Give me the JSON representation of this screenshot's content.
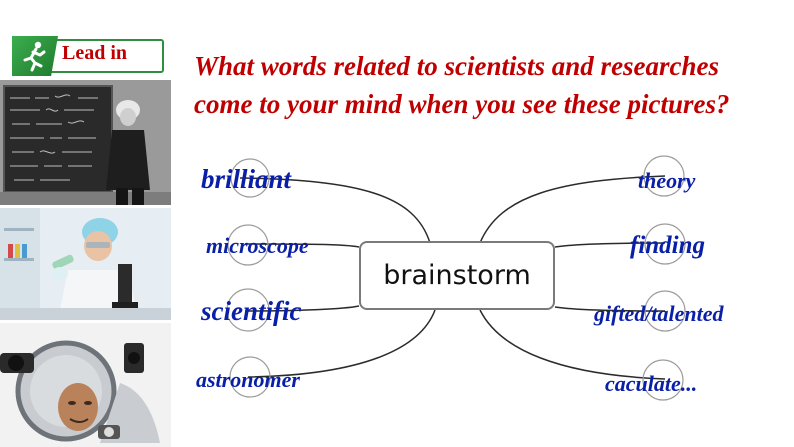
{
  "lead_in": {
    "label": "Lead in"
  },
  "question": {
    "line1": "What words related to scientists and researches",
    "line2": "come to your mind when you see these pictures?"
  },
  "mindmap": {
    "center": "brainstorm",
    "left_words": [
      "brilliant",
      "microscope",
      "scientific",
      "astronomer"
    ],
    "right_words": [
      "theory",
      "finding",
      "gifted/talented",
      "caculate..."
    ]
  },
  "colors": {
    "question": "#c00000",
    "words": "#0a1fa8",
    "lines": "#2b2b2b",
    "lead_green": "#2f8f3f"
  },
  "icons": {
    "lead_icon": "running-person-icon"
  }
}
